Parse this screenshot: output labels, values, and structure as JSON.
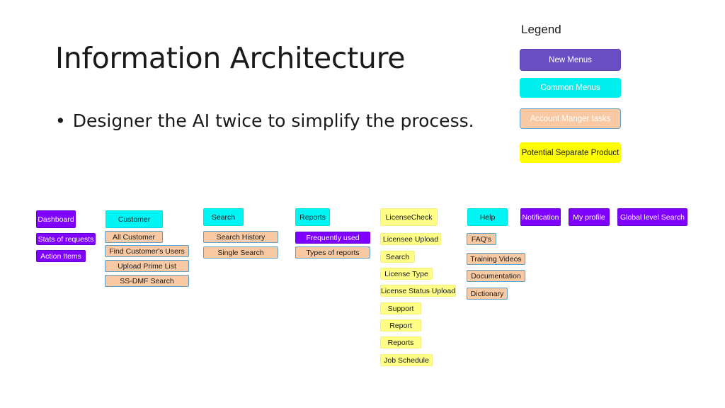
{
  "slide": {
    "title": "Information Architecture",
    "bullet": "Designer the AI twice to simplify the process."
  },
  "legend": {
    "title": "Legend",
    "items": [
      {
        "label": "New Menus",
        "color": "#6a4fc4"
      },
      {
        "label": "Common Menus",
        "color": "#00f0f0"
      },
      {
        "label": "Account Manger tasks",
        "color": "#f8c9a2"
      },
      {
        "label": "Potential Separate Product",
        "color": "#ffff00"
      }
    ]
  },
  "diagram": {
    "dashboard": {
      "header": "Dashboard",
      "items": [
        "Stats of requests",
        "Action Items"
      ]
    },
    "customer": {
      "header": "Customer",
      "items": [
        "All Customer",
        "Find Customer's Users",
        "Upload Prime List",
        "SS-DMF Search"
      ]
    },
    "search": {
      "header": "Search",
      "items": [
        "Search History",
        "Single Search"
      ]
    },
    "reports": {
      "header": "Reports",
      "items": [
        "Frequently used",
        "Types of reports"
      ]
    },
    "licensecheck": {
      "header": "LicenseCheck",
      "items": [
        "Licensee Upload",
        "Search",
        "License Type",
        "License Status Upload",
        "Support",
        "Report",
        "Reports",
        "Job Schedule"
      ]
    },
    "help": {
      "header": "Help",
      "items": [
        "FAQ's",
        "Training Videos",
        "Documentation",
        "Dictionary"
      ]
    },
    "notification": {
      "header": "Notification"
    },
    "myprofile": {
      "header": "My profile"
    },
    "global": {
      "header": "Global level Search"
    }
  }
}
